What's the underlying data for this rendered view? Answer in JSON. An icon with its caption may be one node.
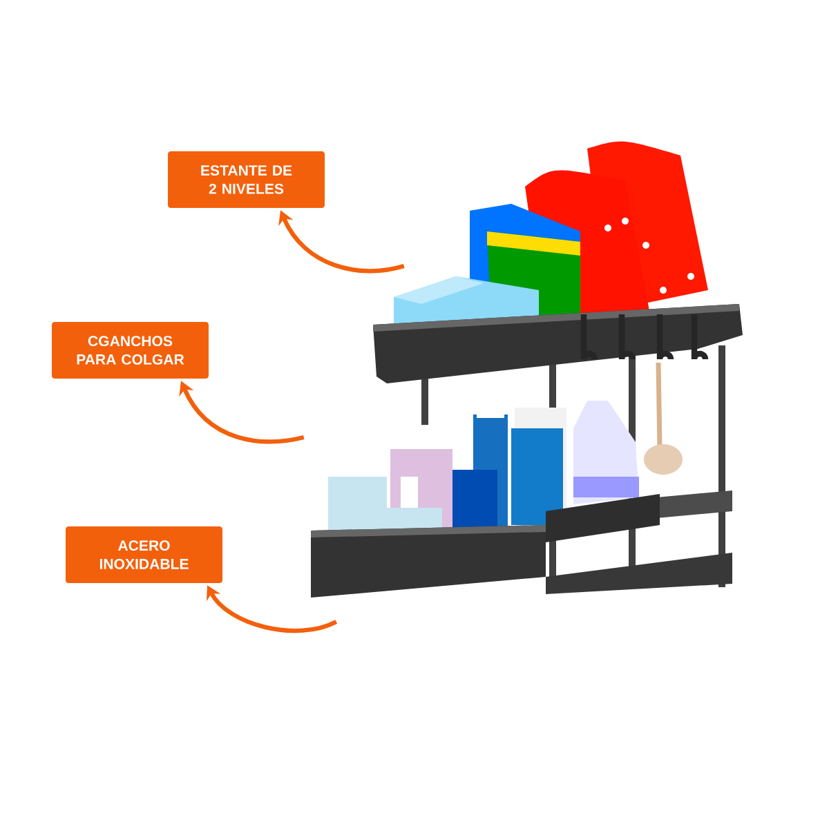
{
  "diagram": {
    "nodes": [
      {
        "text": [
          "ESTANTE DE 2 NIVELES"
        ]
      },
      {
        "text": [
          "CGANCHOS PARA COLGAR"
        ]
      },
      {
        "text": [
          "ACERO INOXIDABLE"
        ]
      },
      {
        "text": [],
        "shape": "picture"
      }
    ],
    "edges": [
      {
        "from": 3,
        "to": 0,
        "arrow": "to"
      },
      {
        "from": 3,
        "to": 1,
        "arrow": "to"
      },
      {
        "from": 3,
        "to": 2,
        "arrow": "to"
      }
    ]
  }
}
